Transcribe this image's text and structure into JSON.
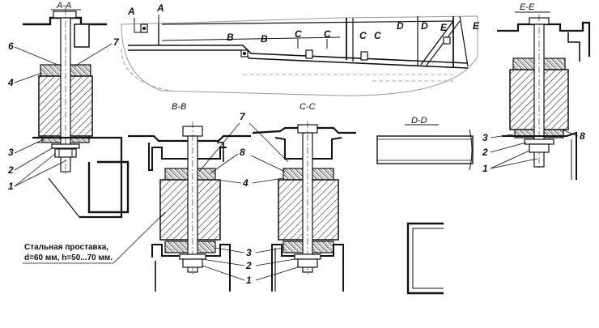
{
  "sections": {
    "a": "A-A",
    "b": "B-B",
    "c": "C-C",
    "d": "D-D",
    "e": "E-E"
  },
  "markers": {
    "a": "A",
    "b": "B",
    "c": "C",
    "d": "D",
    "e": "E"
  },
  "parts": {
    "p1": "1",
    "p2": "2",
    "p3": "3",
    "p4": "4",
    "p6": "6",
    "p7": "7",
    "p8": "8"
  },
  "note": {
    "line1": "Стальная проставка,",
    "line2": "d=60 мм, h=50...70 мм."
  }
}
